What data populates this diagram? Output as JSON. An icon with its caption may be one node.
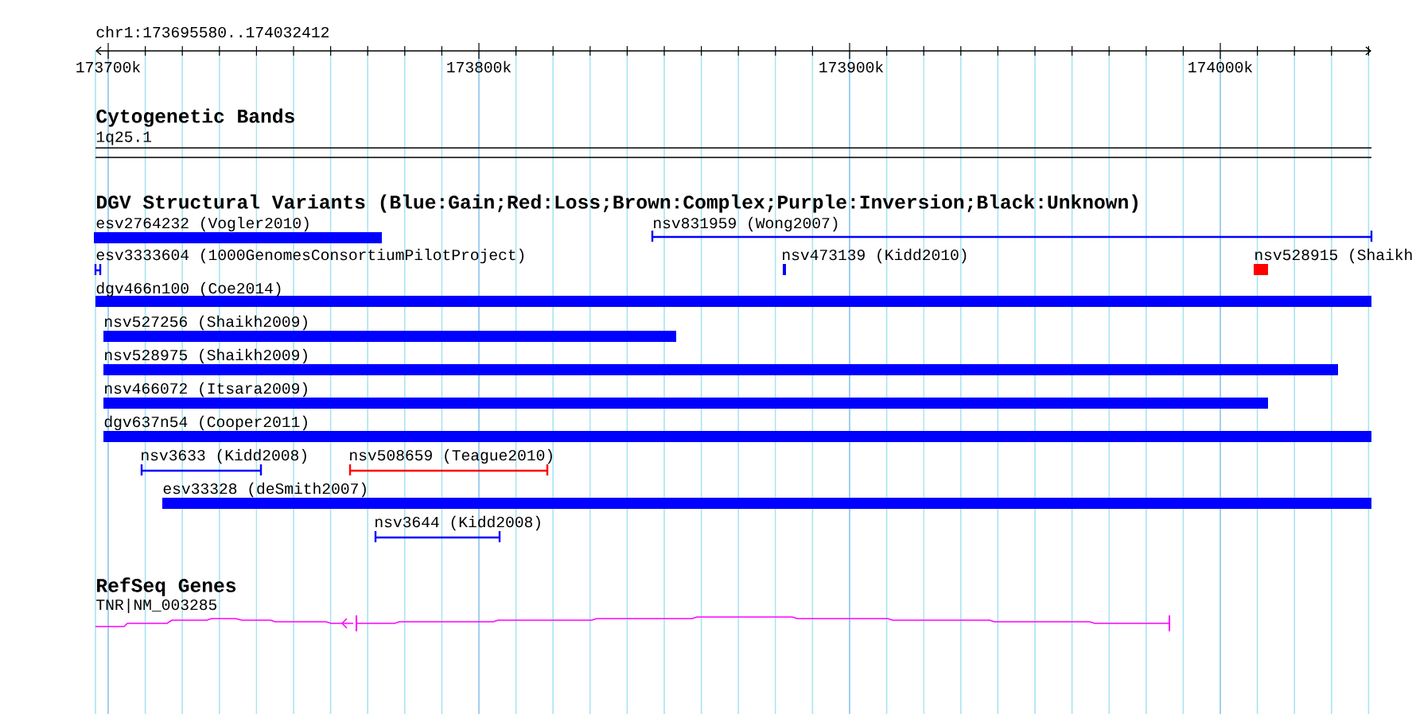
{
  "diagram": {
    "labels": [
      "chr1:173695580..174032412",
      "173700k",
      "173800k",
      "173900k",
      "174000k",
      "Cytogenetic Bands",
      "1q25.1",
      "DGV Structural Variants (Blue:Gain;Red:Loss;Brown:Complex;Purple:Inversion;Black:Unknown)",
      "esv2764232 (Vogler2010)",
      "nsv831959 (Wong2007)",
      "esv3333604 (1000GenomesConsortiumPilotProject)",
      "nsv473139 (Kidd2010)",
      "nsv528915 (Shaikh",
      "dgv466n100 (Coe2014)",
      "nsv527256 (Shaikh2009)",
      "nsv528975 (Shaikh2009)",
      "nsv466072 (Itsara2009)",
      "dgv637n54 (Cooper2011)",
      "nsv3633 (Kidd2008)",
      "nsv508659 (Teague2010)",
      "esv33328 (deSmith2007)",
      "nsv3644 (Kidd2008)",
      "RefSeq Genes",
      "TNR|NM_003285"
    ]
  }
}
